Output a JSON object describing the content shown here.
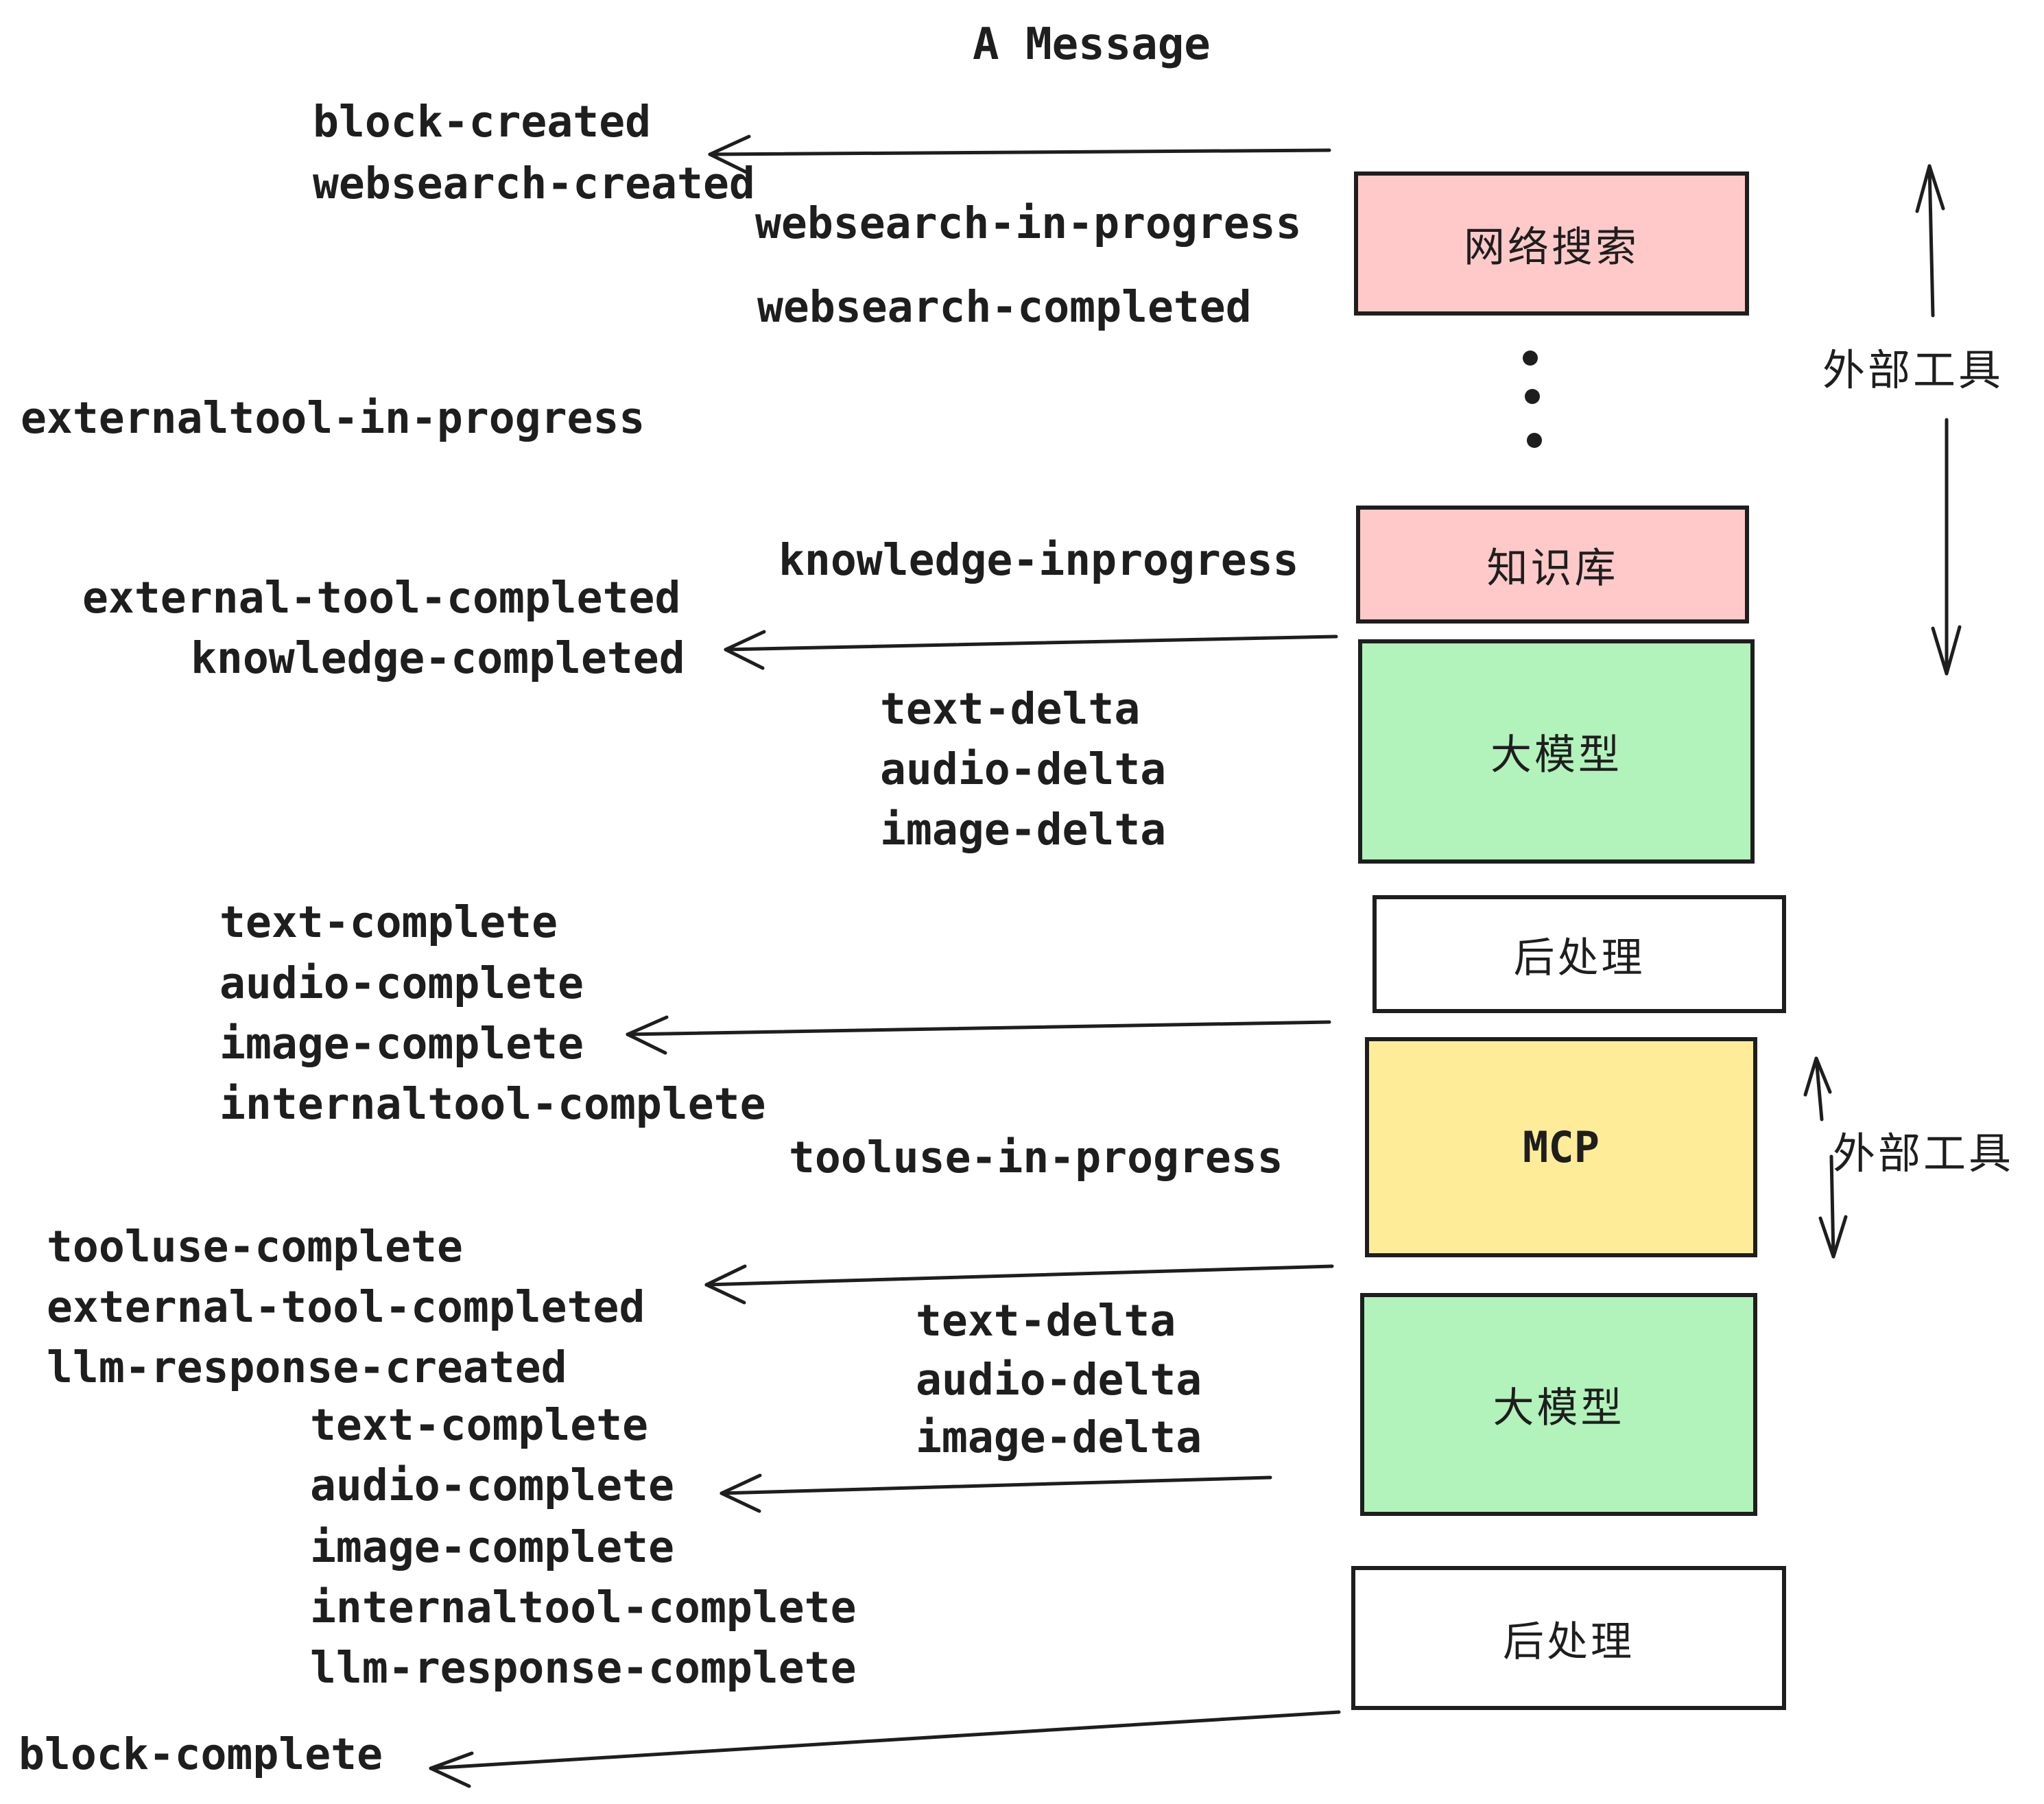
{
  "title": "A Message",
  "colors": {
    "pink": "#ffc9c9",
    "green": "#b2f2bb",
    "yellow": "#ffec99",
    "ink": "#1e1e1e",
    "background": "#ffffff"
  },
  "events": {
    "block_created": "block-created",
    "websearch_created": "websearch-created",
    "websearch_in_progress": "websearch-in-progress",
    "websearch_completed": "websearch-completed",
    "externaltool_in_progress": "externaltool-in-progress",
    "knowledge_inprogress": "knowledge-inprogress",
    "external_tool_completed": "external-tool-completed",
    "knowledge_completed": "knowledge-completed",
    "text_delta": "text-delta",
    "audio_delta": "audio-delta",
    "image_delta": "image-delta",
    "text_complete": "text-complete",
    "audio_complete": "audio-complete",
    "image_complete": "image-complete",
    "internaltool_complete": "internaltool-complete",
    "tooluse_in_progress": "tooluse-in-progress",
    "tooluse_complete": "tooluse-complete",
    "llm_response_created": "llm-response-created",
    "llm_response_complete": "llm-response-complete",
    "block_complete": "block-complete"
  },
  "boxes": {
    "websearch": "网络搜索",
    "knowledge": "知识库",
    "llm": "大模型",
    "postprocess": "后处理",
    "mcp": "MCP"
  },
  "side_labels": {
    "external_tools": "外部工具"
  }
}
